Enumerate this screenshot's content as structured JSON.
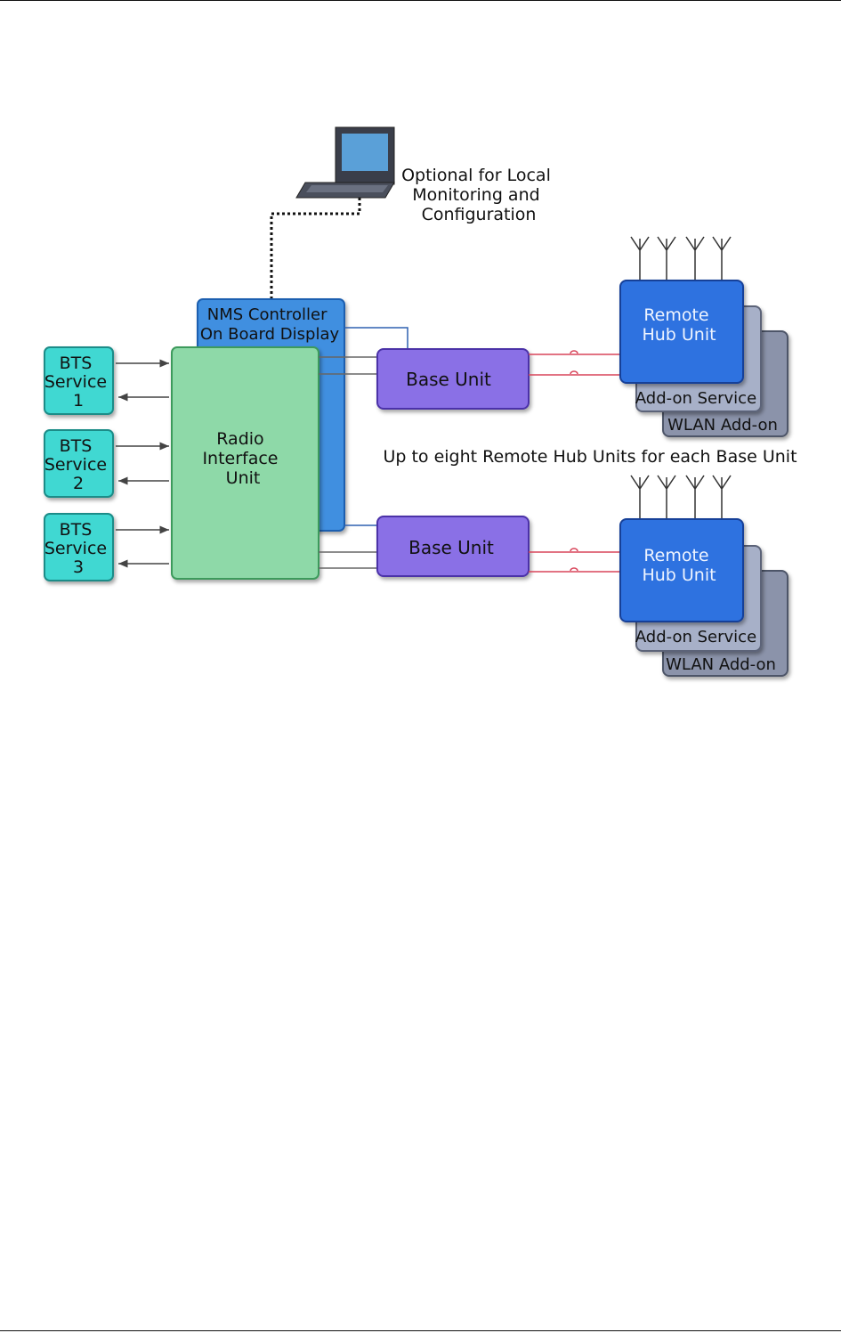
{
  "laptop": {
    "note": [
      "Optional for Local",
      "Monitoring and",
      "Configuration"
    ]
  },
  "nms": {
    "lines": [
      "NMS Controller",
      "On Board Display"
    ]
  },
  "riu": {
    "lines": [
      "Radio",
      "Interface",
      "Unit"
    ]
  },
  "bts": [
    {
      "lines": [
        "BTS",
        "Service",
        "1"
      ]
    },
    {
      "lines": [
        "BTS",
        "Service",
        "2"
      ]
    },
    {
      "lines": [
        "BTS",
        "Service",
        "3"
      ]
    }
  ],
  "base_unit": {
    "label": "Base Unit"
  },
  "remote_hub": {
    "lines": [
      "Remote",
      "Hub Unit"
    ],
    "addon": "Add-on Service",
    "wlan": "WLAN Add-on"
  },
  "caption": "Up to eight Remote Hub Units for each Base Unit",
  "colors": {
    "bts": "#40d8d2",
    "riu": "#8ed9a8",
    "nms": "#3f8fe0",
    "base": "#8a6fe6",
    "hub": "#2f72e0",
    "addon": "#a7b0c8",
    "wlan": "#8b93aa",
    "link": "#d8455a"
  }
}
